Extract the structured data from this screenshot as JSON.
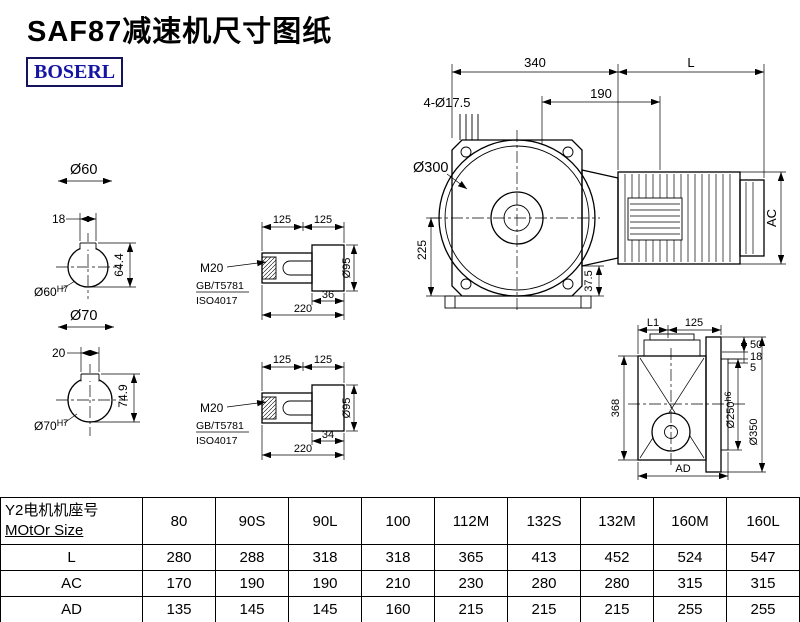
{
  "page": {
    "title": "SAF87减速机尺寸图纸",
    "logo": "BOSERL"
  },
  "shaft_end_top": {
    "dia": "Ø60",
    "key_width": "18",
    "depth": "64.4",
    "bore_base": "Ø60",
    "bore_tol": "H7"
  },
  "shaft_end_bottom": {
    "dia": "Ø70",
    "key_width": "20",
    "depth": "74.9",
    "bore_base": "Ø70",
    "bore_tol": "H7"
  },
  "shaft_upper": {
    "len_a": "125",
    "len_b": "125",
    "thread": "M20",
    "std1": "GB/T5781",
    "std2": "ISO4017",
    "hub_len": "36",
    "total_len": "220",
    "dia": "Ø95"
  },
  "shaft_lower": {
    "len_a": "125",
    "len_b": "125",
    "thread": "M20",
    "std1": "GB/T5781",
    "std2": "ISO4017",
    "hub_len": "34",
    "total_len": "220",
    "dia": "Ø95"
  },
  "front_view": {
    "width": "340",
    "motor_len": "L",
    "center_to_face": "190",
    "holes": "4-Ø17.5",
    "flange_dia": "Ø300",
    "center_height": "225",
    "foot": "37.5",
    "motor_dia": "AC"
  },
  "side_view": {
    "l1": "L1",
    "d125": "125",
    "d50": "50",
    "d18": "18",
    "d5": "5",
    "height": "368",
    "spigot_base": "Ø250",
    "spigot_tol": "h6",
    "flange_od": "Ø350",
    "ad": "AD"
  },
  "table": {
    "header_cn": "Y2电机机座号",
    "header_en": "MOtOr Size",
    "frames": [
      "80",
      "90S",
      "90L",
      "100",
      "112M",
      "132S",
      "132M",
      "160M",
      "160L"
    ],
    "rows": [
      {
        "label": "L",
        "values": [
          "280",
          "288",
          "318",
          "318",
          "365",
          "413",
          "452",
          "524",
          "547"
        ]
      },
      {
        "label": "AC",
        "values": [
          "170",
          "190",
          "190",
          "210",
          "230",
          "280",
          "280",
          "315",
          "315"
        ]
      },
      {
        "label": "AD",
        "values": [
          "135",
          "145",
          "145",
          "160",
          "215",
          "215",
          "215",
          "255",
          "255"
        ]
      }
    ]
  }
}
